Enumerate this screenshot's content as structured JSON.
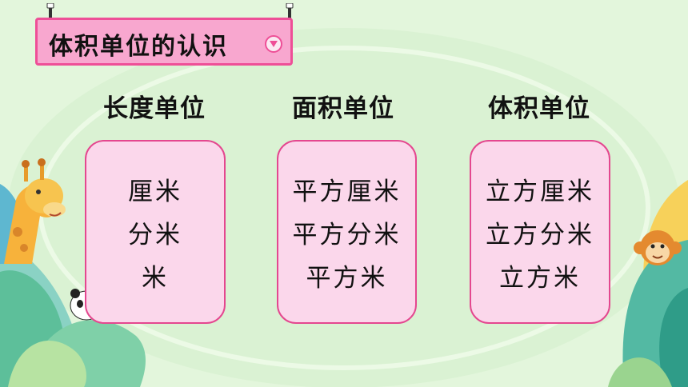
{
  "title": "体积单位的认识",
  "columns": [
    {
      "heading": "长度单位",
      "items": [
        "厘米",
        "分米",
        "米"
      ]
    },
    {
      "heading": "面积单位",
      "items": [
        "平方厘米",
        "平方分米",
        "平方米"
      ]
    },
    {
      "heading": "体积单位",
      "items": [
        "立方厘米",
        "立方分米",
        "立方米"
      ]
    }
  ],
  "colors": {
    "background": "#e3f6dc",
    "title_fill": "#f8a7cf",
    "accent_pink": "#ee4f97",
    "card_fill": "#fbd7eb",
    "card_border": "#e4478f"
  },
  "icons": [
    "giraffe-icon",
    "panda-icon",
    "monkey-icon",
    "caret-down-icon",
    "pushpin-icon"
  ]
}
